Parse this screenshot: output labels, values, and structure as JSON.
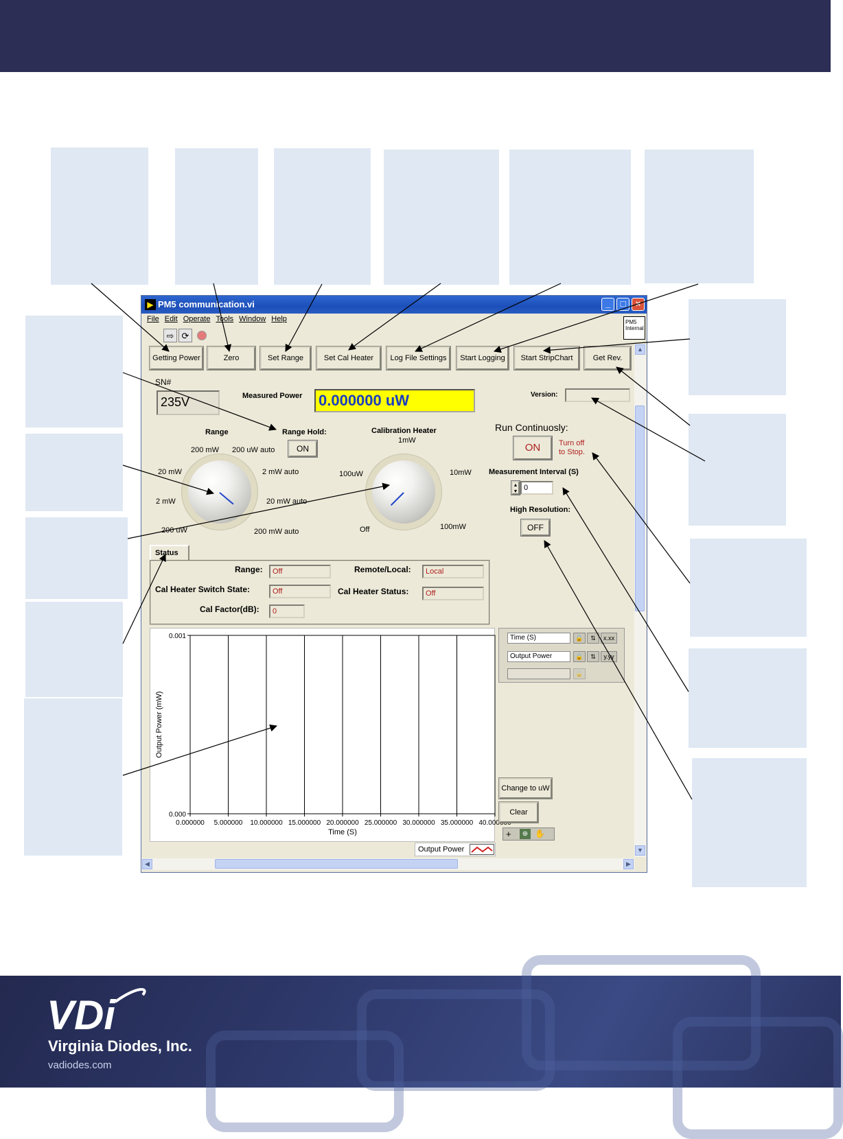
{
  "window": {
    "title": "PM5 communication.vi",
    "menu": [
      "File",
      "Edit",
      "Operate",
      "Tools",
      "Window",
      "Help"
    ],
    "pm5_box": [
      "PM5",
      "Internal"
    ]
  },
  "buttons": {
    "getting_power": "Getting Power",
    "zero": "Zero",
    "set_range": "Set Range",
    "set_cal_heater": "Set Cal Heater",
    "log_file_settings": "Log File Settings",
    "start_logging": "Start Logging",
    "start_stripchart": "Start StripChart",
    "get_rev": "Get Rev."
  },
  "sn": {
    "label": "SN#",
    "value": "235V"
  },
  "measured_power": {
    "label": "Measured Power",
    "value": "0.000000 uW"
  },
  "version": {
    "label": "Version:",
    "value": ""
  },
  "range_knob": {
    "title": "Range",
    "labels": [
      "200 mW",
      "200 uW auto",
      "20 mW",
      "2 mW auto",
      "2 mW",
      "20 mW auto",
      "200 uW",
      "200 mW auto"
    ]
  },
  "range_hold": {
    "label": "Range Hold:",
    "value": "ON"
  },
  "cal_heater_knob": {
    "title": "Calibration Heater",
    "labels": [
      "1mW",
      "100uW",
      "10mW",
      "Off",
      "100mW"
    ]
  },
  "run_continuously": {
    "label": "Run Continuosly:",
    "value": "ON",
    "hint_line1": "Turn off",
    "hint_line2": "to Stop."
  },
  "measurement_interval": {
    "label": "Measurement Interval (S)",
    "value": "0"
  },
  "high_resolution": {
    "label": "High Resolution:",
    "value": "OFF"
  },
  "status": {
    "tab": "Status",
    "range_label": "Range:",
    "range_value": "Off",
    "remote_label": "Remote/Local:",
    "remote_value": "Local",
    "switch_label": "Cal Heater Switch State:",
    "switch_value": "Off",
    "heater_status_label": "Cal Heater Status:",
    "heater_status_value": "Off",
    "cal_factor_label": "Cal Factor(dB):",
    "cal_factor_value": "0"
  },
  "chart_data": {
    "type": "line",
    "xlabel": "Time (S)",
    "ylabel": "Output Power (mW)",
    "x_ticks": [
      "0.000000",
      "5.000000",
      "10.000000",
      "15.000000",
      "20.000000",
      "25.000000",
      "30.000000",
      "35.000000",
      "40.000000"
    ],
    "y_ticks": [
      "0.001",
      "0.000"
    ],
    "xlim": [
      0,
      40
    ],
    "ylim": [
      0,
      0.001
    ],
    "grid": "vertical",
    "series": [
      {
        "name": "Output Power",
        "values": []
      }
    ],
    "legend": "bottom-right"
  },
  "scale_legend": {
    "x_name": "Time (S)",
    "y_name": "Output Power"
  },
  "chart_buttons": {
    "change": "Change to uW",
    "clear": "Clear"
  },
  "brand": {
    "name": "Virginia Diodes, Inc.",
    "url": "vadiodes.com",
    "logo_text": "VDi"
  },
  "colors": {
    "header": "#2c2e56",
    "callout": "#dfe8f3",
    "measured_bg": "#ffff00",
    "measured_text": "#1a3ec0",
    "status_text": "#b02020"
  }
}
